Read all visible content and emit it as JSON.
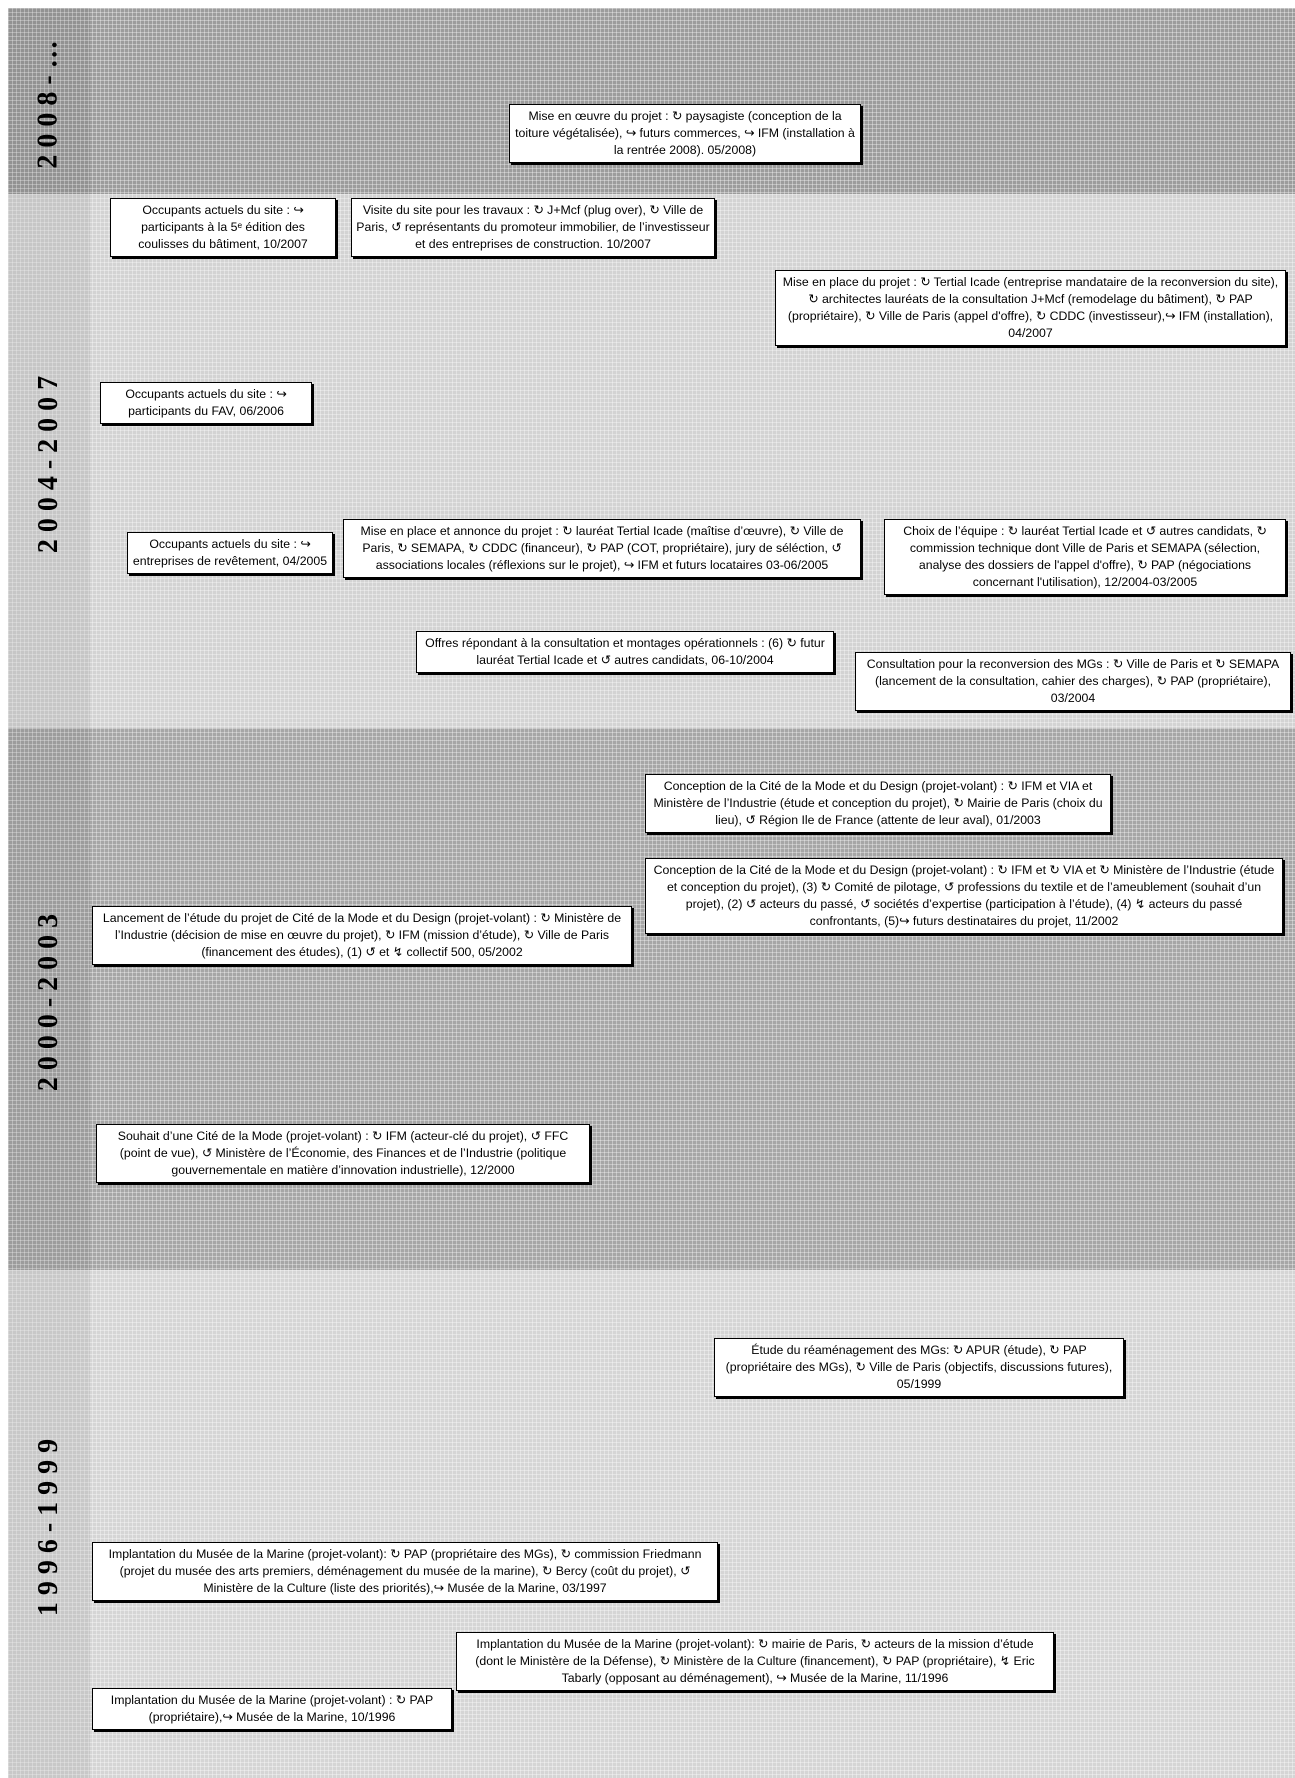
{
  "colors": {
    "band_2008": "#9c9c9c",
    "band_2004_2007": "#d3d3d3",
    "band_2000_2003": "#a6a6a6",
    "band_1996_1999": "#d5d5d5",
    "box_fill": "#ffffff",
    "box_border": "#000000"
  },
  "periods": [
    {
      "label": "2008-…"
    },
    {
      "label": "2004-2007"
    },
    {
      "label": "2000-2003"
    },
    {
      "label": "1996-1999"
    }
  ],
  "events": [
    {
      "text": "Mise en œuvre du projet : ↻ paysagiste (conception de la toiture végétalisée), ↪ futurs commerces, ↪ IFM (installation à la rentrée 2008). 05/2008)"
    },
    {
      "text": "Occupants actuels du site : ↪ participants à la 5ᵉ édition des coulisses du bâtiment, 10/2007"
    },
    {
      "text": "Visite du site pour les travaux : ↻ J+Mcf (plug over), ↻ Ville de Paris, ↺ représentants du promoteur immobilier, de l’investisseur et des entreprises de construction. 10/2007"
    },
    {
      "text": "Mise en place du projet : ↻ Tertial Icade (entreprise mandataire de la reconversion du site), ↻ architectes lauréats de la consultation J+Mcf (remodelage du bâtiment), ↻ PAP (propriétaire), ↻ Ville de Paris (appel d'offre), ↻ CDDC (investisseur),↪ IFM (installation), 04/2007"
    },
    {
      "text": "Occupants actuels du site : ↪ participants du FAV, 06/2006"
    },
    {
      "text": "Occupants actuels du site : ↪ entreprises de revêtement, 04/2005"
    },
    {
      "text": "Mise en place et annonce du projet : ↻ lauréat Tertial Icade (maîtise d’œuvre), ↻ Ville de Paris, ↻ SEMAPA, ↻ CDDC (financeur), ↻ PAP (COT, propriétaire), jury de séléction, ↺ associations locales (réflexions sur le projet), ↪ IFM et futurs locataires 03-06/2005"
    },
    {
      "text": "Choix de l’équipe : ↻ lauréat Tertial Icade et ↺ autres candidats, ↻ commission technique dont Ville de Paris et SEMAPA (sélection, analyse des dossiers de l'appel d'offre), ↻ PAP (négociations concernant l'utilisation), 12/2004-03/2005"
    },
    {
      "text": "Offres répondant à la consultation et montages opérationnels : (6) ↻ futur lauréat Tertial Icade et ↺ autres candidats, 06-10/2004"
    },
    {
      "text": "Consultation pour la reconversion des MGs : ↻ Ville de Paris et ↻ SEMAPA (lancement de la consultation, cahier des charges), ↻ PAP (propriétaire), 03/2004"
    },
    {
      "text": "Conception de la Cité de la Mode et du Design (projet-volant) : ↻ IFM et VIA et Ministère de l’Industrie (étude et conception du projet), ↻ Mairie de Paris (choix du lieu), ↺ Région Ile de France (attente de leur aval), 01/2003"
    },
    {
      "text": "Conception de la Cité de la Mode et du Design (projet-volant) : ↻ IFM et ↻ VIA et ↻ Ministère de l’Industrie (étude et conception du projet), (3) ↻ Comité de pilotage, ↺ professions du textile et de l’ameublement (souhait d’un projet), (2) ↺ acteurs du passé, ↺ sociétés d’expertise (participation à l’étude), (4) ↯ acteurs du passé confrontants, (5)↪ futurs destinataires du projet, 11/2002"
    },
    {
      "text": "Lancement de l’étude du projet de Cité de la Mode et du Design (projet-volant) : ↻ Ministère de l’Industrie (décision de mise en œuvre du projet), ↻ IFM (mission d’étude), ↻ Ville de Paris (financement des études), (1) ↺ et ↯ collectif 500, 05/2002"
    },
    {
      "text": "Souhait d’une Cité de la Mode (projet-volant) : ↻ IFM (acteur-clé du projet), ↺ FFC (point de vue), ↺ Ministère de l’Économie, des Finances et de l’Industrie (politique gouvernementale en matière d’innovation industrielle), 12/2000"
    },
    {
      "text": "Étude du réaménagement des MGs: ↻ APUR (étude), ↻ PAP (propriétaire des MGs), ↻ Ville de Paris (objectifs, discussions futures), 05/1999"
    },
    {
      "text": "Implantation du Musée de la Marine (projet-volant): ↻ PAP (propriétaire des MGs), ↻ commission Friedmann (projet du musée des arts premiers, déménagement du musée de la marine), ↻ Bercy (coût du projet), ↺ Ministère de la Culture (liste des priorités),↪ Musée de la Marine, 03/1997"
    },
    {
      "text": "Implantation du Musée de la Marine (projet-volant): ↻ mairie de Paris, ↻ acteurs de la mission d’étude (dont le Ministère de la Défense), ↻ Ministère de la Culture (financement), ↻ PAP (propriétaire), ↯ Eric Tabarly (opposant au déménagement), ↪ Musée de la Marine, 11/1996"
    },
    {
      "text": "Implantation du Musée de la Marine (projet-volant) : ↻ PAP (propriétaire),↪ Musée de la Marine, 10/1996"
    }
  ]
}
